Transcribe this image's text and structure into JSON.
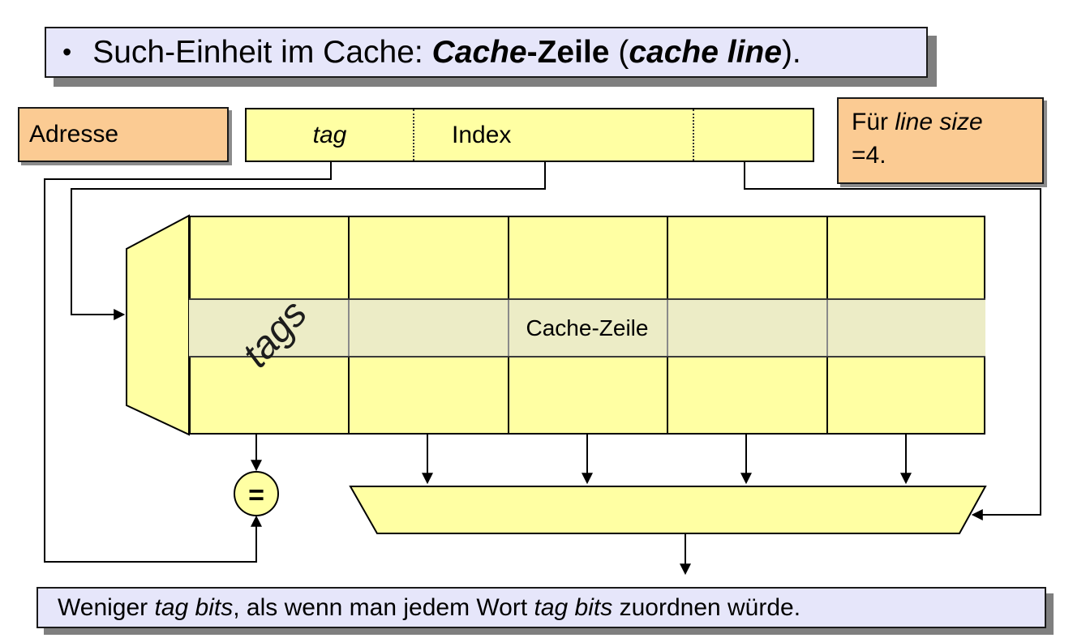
{
  "slide": {
    "title": {
      "bullet": "•",
      "prefix": "Such-Einheit im Cache: ",
      "cache_bold_italic": "Cache",
      "zeile_bold": "-Zeile",
      "paren_open": " (",
      "cache_line_bold_italic": "cache line",
      "paren_close": ")."
    },
    "address_box_label": "Adresse",
    "address_field": {
      "tag_label": "tag",
      "index_label": "Index",
      "offset_label": ""
    },
    "line_size_note": {
      "prefix": "Für ",
      "italic": "line size",
      "line2": "=4."
    },
    "cache": {
      "tags_label": "tags",
      "row_label": "Cache-Zeile",
      "columns": 5,
      "comparator_symbol": "="
    },
    "footer": {
      "prefix": "Weniger ",
      "italic_1": "tag bits",
      "middle": ", als wenn man jedem Wort ",
      "italic_2": "tag bits",
      "suffix": " zuordnen würde."
    },
    "colors": {
      "cell_yellow": "#FFFFA3",
      "statement_lavender": "#E6E6FA",
      "note_orange": "#FBCB93",
      "highlight_row": "#ECECC6",
      "shadow_grey": "#7F7F7F",
      "line_black": "#000000"
    }
  }
}
